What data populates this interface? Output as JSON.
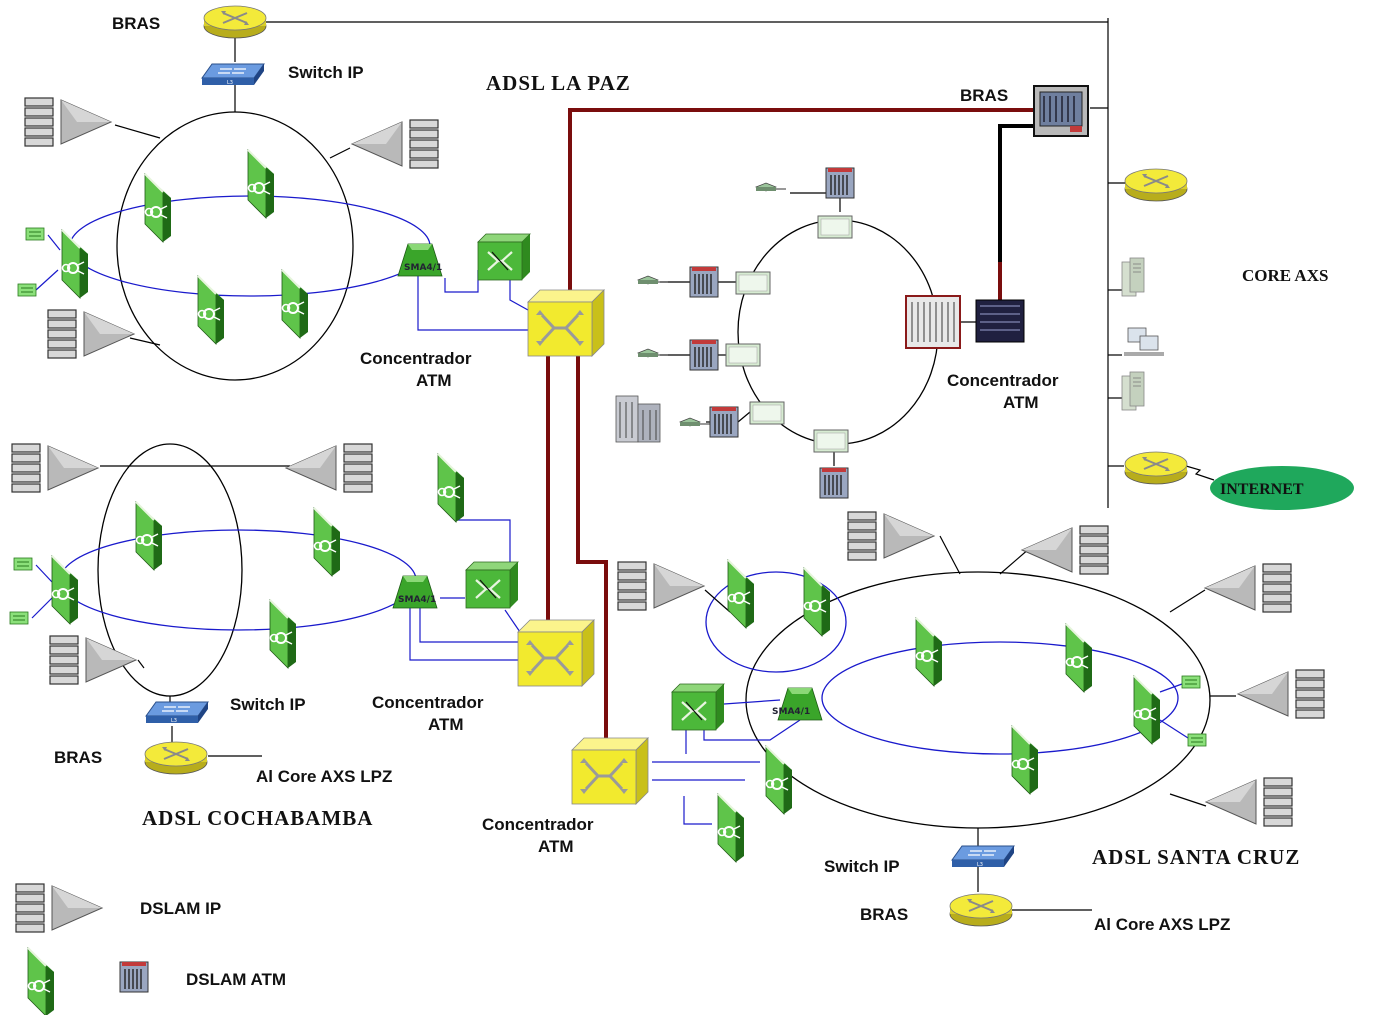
{
  "labels": {
    "bras_top": "BRAS",
    "switch_ip_top": "Switch IP",
    "adsl_la_paz": "ADSL LA PAZ",
    "bras_lapaz": "BRAS",
    "core_axs": "CORE AXS",
    "internet": "INTERNET",
    "conc_lpz_1": "Concentrador",
    "conc_lpz_2": "ATM",
    "conc_top_1": "Concentrador",
    "conc_top_2": "ATM",
    "conc_cbba_1": "Concentrador",
    "conc_cbba_2": "ATM",
    "switch_ip_cbba": "Switch IP",
    "bras_cbba": "BRAS",
    "al_core_cbba": "Al Core AXS LPZ",
    "adsl_cochabamba": "ADSL COCHABAMBA",
    "conc_scz_1": "Concentrador",
    "conc_scz_2": "ATM",
    "switch_ip_scz": "Switch IP",
    "adsl_santa_cruz": "ADSL SANTA CRUZ",
    "bras_scz": "BRAS",
    "al_core_scz": "Al Core AXS LPZ",
    "legend_dslam_ip": "DSLAM IP",
    "legend_dslam_atm": "DSLAM ATM",
    "sma_label": "SMA4/1"
  },
  "icons": {
    "router": "router-icon",
    "switch": "switch-icon",
    "atm_switch": "atm-switch-icon",
    "dslam_ip": "dslam-ip-icon",
    "dslam_atm": "dslam-atm-icon",
    "sma": "sma-multiplexer-icon",
    "rack": "rack-icon",
    "cloud": "cloud-icon"
  },
  "colors": {
    "trunk": "#7a0d0d",
    "ring_blue": "#1a1acc",
    "router_yellow": "#f3ea3a",
    "dslam_green": "#4caf3a",
    "atm_yellow": "#f2ea2e",
    "internet_green": "#1fa85c"
  }
}
